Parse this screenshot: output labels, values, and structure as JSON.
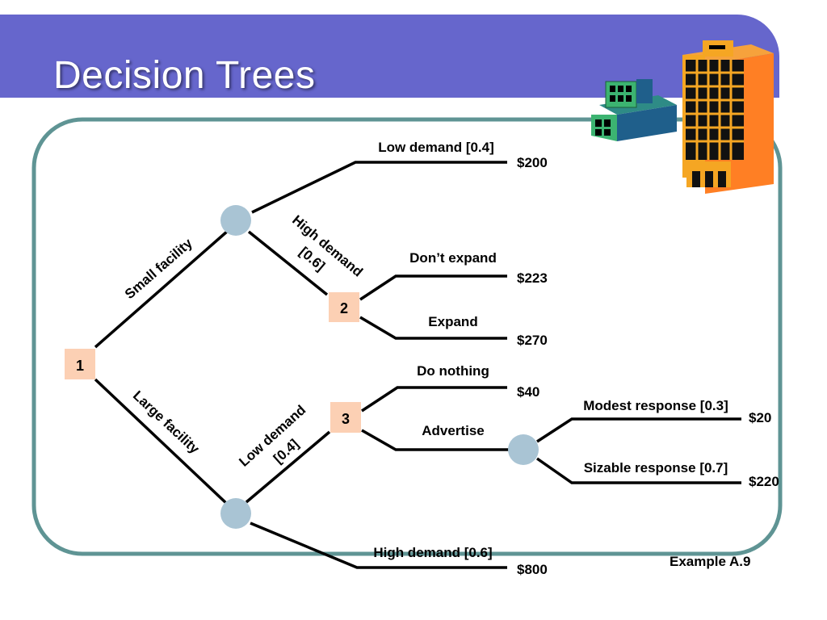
{
  "slide": {
    "title": "Decision Trees",
    "example": "Example A.9"
  },
  "colors": {
    "header": "#6666cc",
    "frame": "#5f9494",
    "decision_node_fill": "#fcd0b4",
    "chance_node_fill": "#a9c4d4",
    "line": "#000000"
  },
  "tree": {
    "decision_nodes": [
      "1",
      "2",
      "3"
    ],
    "branches": {
      "small_facility": "Small facility",
      "large_facility": "Large facility",
      "small_low_demand": "Low demand [0.4]",
      "small_high_demand_line1": "High demand",
      "small_high_demand_line2": "[0.6]",
      "dont_expand": "Don’t expand",
      "expand": "Expand",
      "large_low_demand_line1": "Low demand",
      "large_low_demand_line2": "[0.4]",
      "large_high_demand": "High demand [0.6]",
      "do_nothing": "Do nothing",
      "advertise": "Advertise",
      "modest_response": "Modest response [0.3]",
      "sizable_response": "Sizable response [0.7]"
    },
    "payoffs": {
      "small_low": "$200",
      "dont_expand": "$223",
      "expand": "$270",
      "do_nothing": "$40",
      "modest": "$20",
      "sizable": "$220",
      "large_high": "$800"
    }
  },
  "icons": {
    "small_building": "small-building-icon",
    "large_building": "large-building-icon"
  }
}
